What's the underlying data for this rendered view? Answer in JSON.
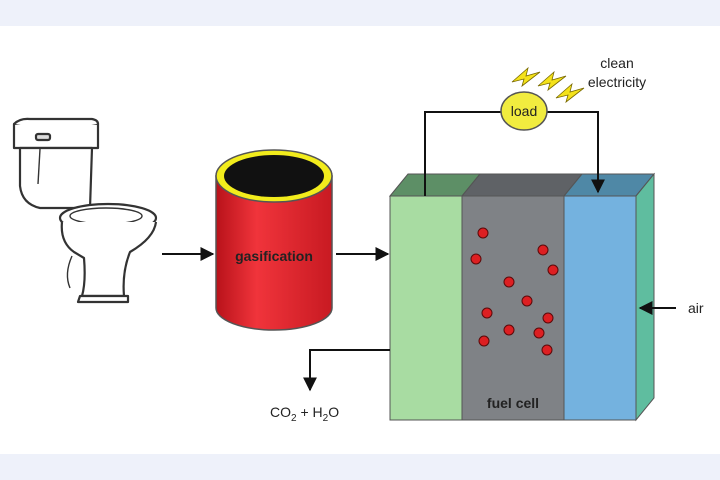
{
  "labels": {
    "gasification": "gasification",
    "load": "load",
    "clean_line1": "clean",
    "clean_line2": "electricity",
    "air": "air",
    "fuel_cell": "fuel cell",
    "exhaust_co": "CO",
    "exhaust_sub1": "2",
    "exhaust_plus": " + H",
    "exhaust_sub2": "2",
    "exhaust_o": "O"
  },
  "icons": {
    "toilet": "toilet-icon",
    "lightning": "lightning-bolt-icon",
    "particle": "particle-dot"
  },
  "colors": {
    "gasifier_body": "#e8262f",
    "gasifier_rim": "#f2ec1c",
    "anode": "#a8dca2",
    "electrolyte": "#7f8286",
    "cathode": "#74b2df",
    "load_fill": "#f1ec3f",
    "particle": "#dd1f22"
  }
}
